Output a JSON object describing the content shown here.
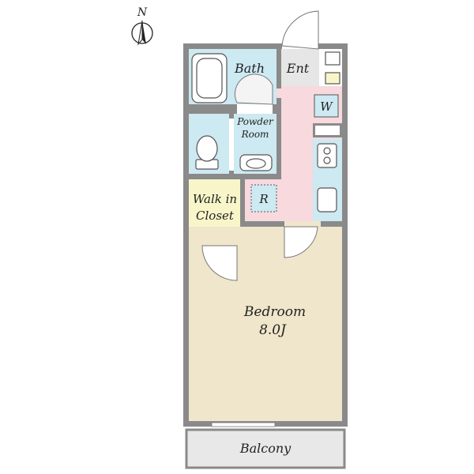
{
  "compass": {
    "north_label": "N"
  },
  "rooms": {
    "bath": "Bath",
    "entrance": "Ent",
    "washer": "W",
    "powder_room": [
      "Powder",
      "Room"
    ],
    "walk_in_closet": [
      "Walk in",
      "Closet"
    ],
    "refrigerator": "R",
    "bedroom": [
      "Bedroom",
      "8.0J"
    ],
    "balcony": "Balcony"
  },
  "colors": {
    "wet_area": "#cde9f2",
    "hall_kitchen": "#f7d9de",
    "closet": "#f8f6c9",
    "bedroom": "#efe6cb",
    "entrance": "#e6e6e6",
    "balcony": "#e8e8e8",
    "wall": "#8a8a8a"
  }
}
